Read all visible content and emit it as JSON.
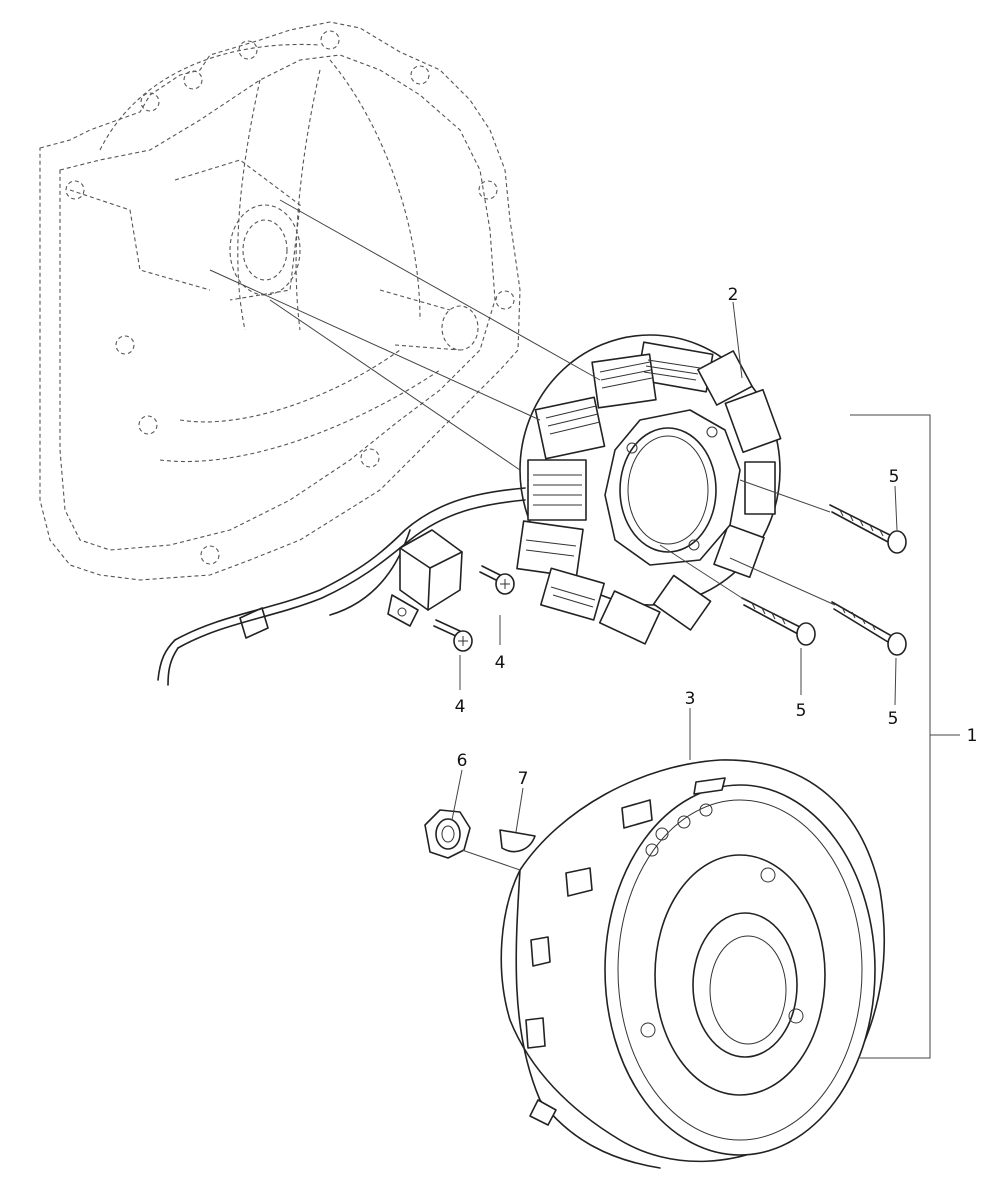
{
  "diagram": {
    "parts": [
      {
        "id": "assembly",
        "callout": "1",
        "icon": "magneto-assembly-bracket-icon"
      },
      {
        "id": "stator",
        "callout": "2",
        "icon": "stator-coil-icon"
      },
      {
        "id": "flywheel",
        "callout": "3",
        "icon": "flywheel-rotor-icon"
      },
      {
        "id": "screw-small-a",
        "callout": "4",
        "icon": "screw-icon"
      },
      {
        "id": "screw-small-b",
        "callout": "4",
        "icon": "screw-icon"
      },
      {
        "id": "screw-long-a",
        "callout": "5",
        "icon": "screw-icon"
      },
      {
        "id": "screw-long-b",
        "callout": "5",
        "icon": "screw-icon"
      },
      {
        "id": "screw-long-c",
        "callout": "5",
        "icon": "screw-icon"
      },
      {
        "id": "nut",
        "callout": "6",
        "icon": "nut-icon"
      },
      {
        "id": "key",
        "callout": "7",
        "icon": "woodruff-key-icon"
      }
    ],
    "housing_icon": "engine-cover-dashed-icon",
    "harness_icon": "wire-harness-icon",
    "pickup_icon": "pickup-sensor-icon"
  }
}
